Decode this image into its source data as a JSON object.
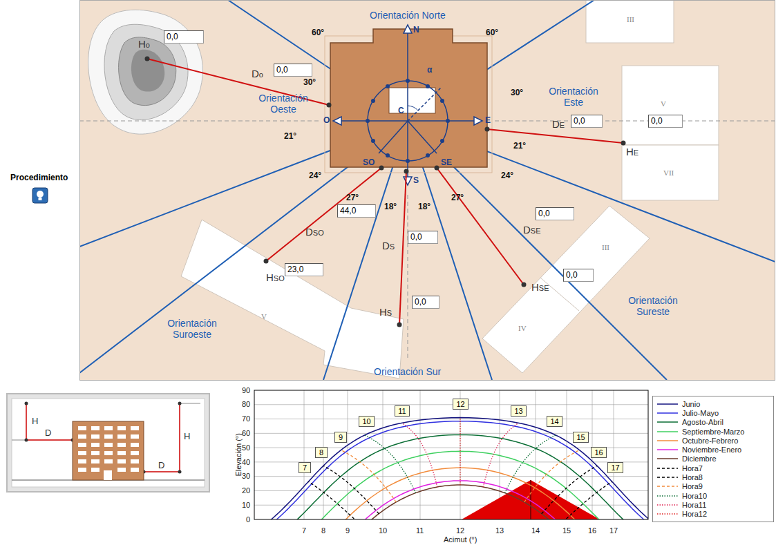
{
  "diagram": {
    "nodes": [
      {
        "text": [
          "0,0"
        ]
      },
      {
        "text": [
          "0,0"
        ]
      },
      {
        "text": [
          "0,0"
        ]
      },
      {
        "text": [
          "0,0"
        ]
      },
      {
        "text": [
          "44,0"
        ]
      },
      {
        "text": [
          "23,0"
        ]
      },
      {
        "text": [
          "0,0"
        ]
      },
      {
        "text": [
          "0,0"
        ]
      },
      {
        "text": [
          "0,0"
        ]
      },
      {
        "text": [
          "0,0"
        ]
      },
      {
        "text": [
          "7"
        ]
      },
      {
        "text": [
          "8"
        ]
      },
      {
        "text": [
          "9"
        ]
      },
      {
        "text": [
          "10"
        ]
      },
      {
        "text": [
          "11"
        ]
      },
      {
        "text": [
          "12"
        ]
      },
      {
        "text": [
          "13"
        ]
      },
      {
        "text": [
          "14"
        ]
      },
      {
        "text": [
          "15"
        ]
      },
      {
        "text": [
          "16"
        ]
      },
      {
        "text": [
          "17"
        ]
      }
    ],
    "labels": [
      "Orientación Norte",
      "Orientación Oeste",
      "Orientación Este",
      "Orientación Sureste",
      "Orientación Suroeste",
      "Orientación Sur",
      "60°",
      "60°",
      "30°",
      "30°",
      "21°",
      "21°",
      "24°",
      "24°",
      "27°",
      "27°",
      "18°",
      "18°",
      "Ho",
      "Do",
      "DE",
      "HE",
      "DSO",
      "HSO",
      "DS",
      "HS",
      "DSE",
      "HSE",
      "N",
      "O",
      "E",
      "SO",
      "S",
      "SE",
      "C",
      "α",
      "III",
      "V",
      "VII",
      "V",
      "III",
      "IV",
      "Procedimiento",
      "H",
      "D",
      "H",
      "D",
      "0",
      "10",
      "20",
      "30",
      "40",
      "50",
      "60",
      "70",
      "80",
      "90",
      "7",
      "8",
      "9",
      "10",
      "11",
      "12",
      "13",
      "14",
      "15",
      "16",
      "17",
      "Elevación (°)",
      "Acimut (°)"
    ],
    "legend": [
      {
        "text": "Junio"
      },
      {
        "text": "Julio-Mayo"
      },
      {
        "text": "Agosto-Abril"
      },
      {
        "text": "Septiembre-Marzo"
      },
      {
        "text": "Octubre-Febrero"
      },
      {
        "text": "Noviembre-Enero"
      },
      {
        "text": "Diciembre"
      },
      {
        "text": "Hora7"
      },
      {
        "text": "Hora8"
      },
      {
        "text": "Hora9"
      },
      {
        "text": "Hora10"
      },
      {
        "text": "Hora11"
      },
      {
        "text": "Hora12"
      }
    ]
  }
}
